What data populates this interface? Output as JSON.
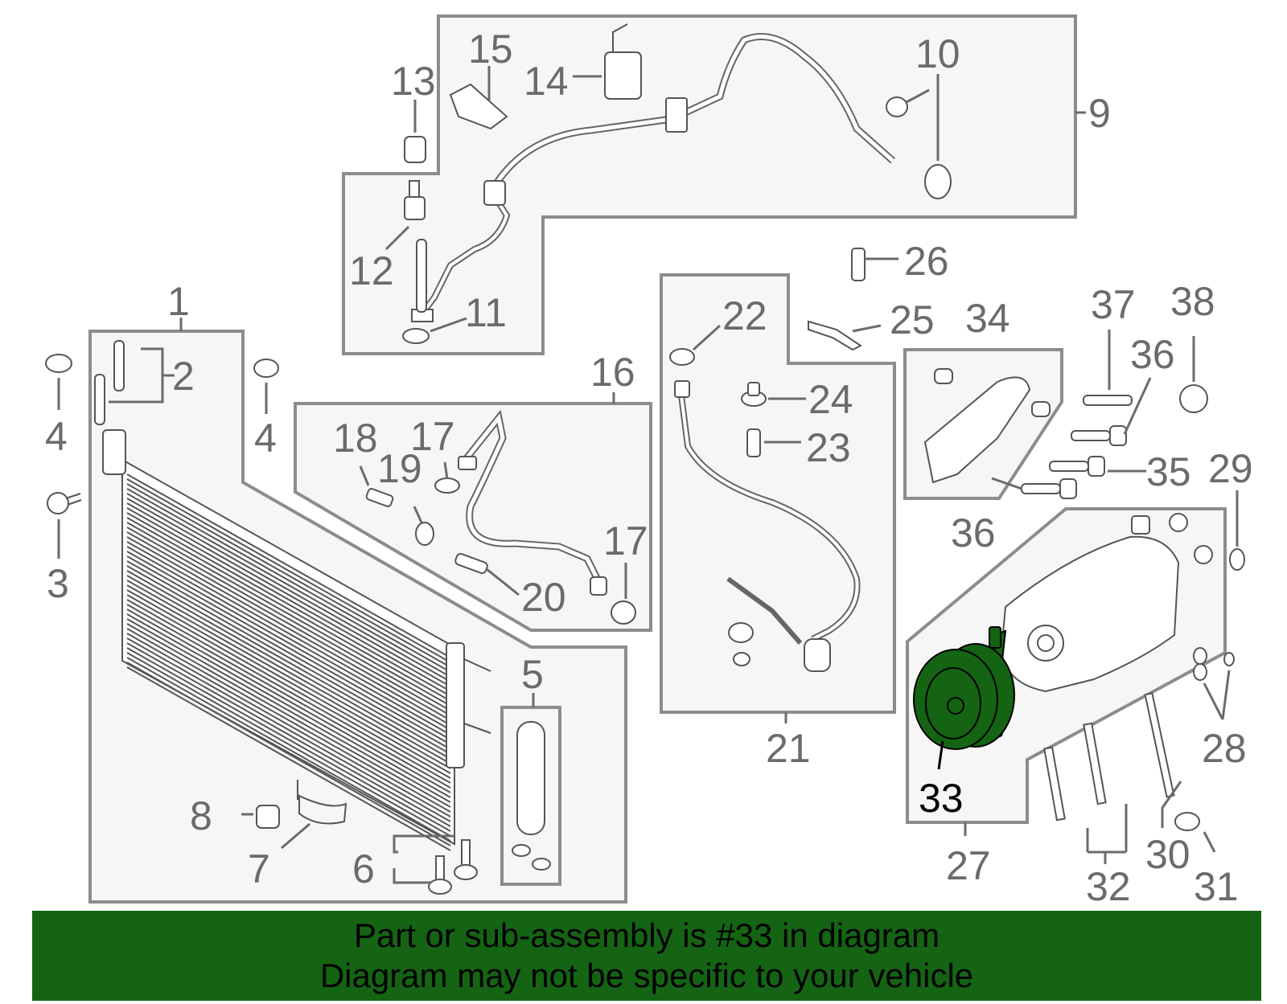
{
  "diagram": {
    "callouts": {
      "c1": "1",
      "c2": "2",
      "c3": "3",
      "c4a": "4",
      "c4b": "4",
      "c5": "5",
      "c6": "6",
      "c7": "7",
      "c8": "8",
      "c9": "9",
      "c10": "10",
      "c11": "11",
      "c12": "12",
      "c13": "13",
      "c14": "14",
      "c15": "15",
      "c16": "16",
      "c17a": "17",
      "c17b": "17",
      "c18": "18",
      "c19": "19",
      "c20": "20",
      "c21": "21",
      "c22": "22",
      "c23": "23",
      "c24": "24",
      "c25": "25",
      "c26": "26",
      "c27": "27",
      "c28": "28",
      "c29": "29",
      "c30": "30",
      "c31": "31",
      "c32": "32",
      "c33": "33",
      "c34": "34",
      "c35": "35",
      "c36a": "36",
      "c36b": "36",
      "c37": "37",
      "c38": "38"
    },
    "highlight_color": "#146414",
    "highlight_part": "33"
  },
  "banner": {
    "line1": "Part or sub-assembly is #33 in diagram",
    "line2": "Diagram may not be specific to your vehicle",
    "background": "#146414"
  }
}
